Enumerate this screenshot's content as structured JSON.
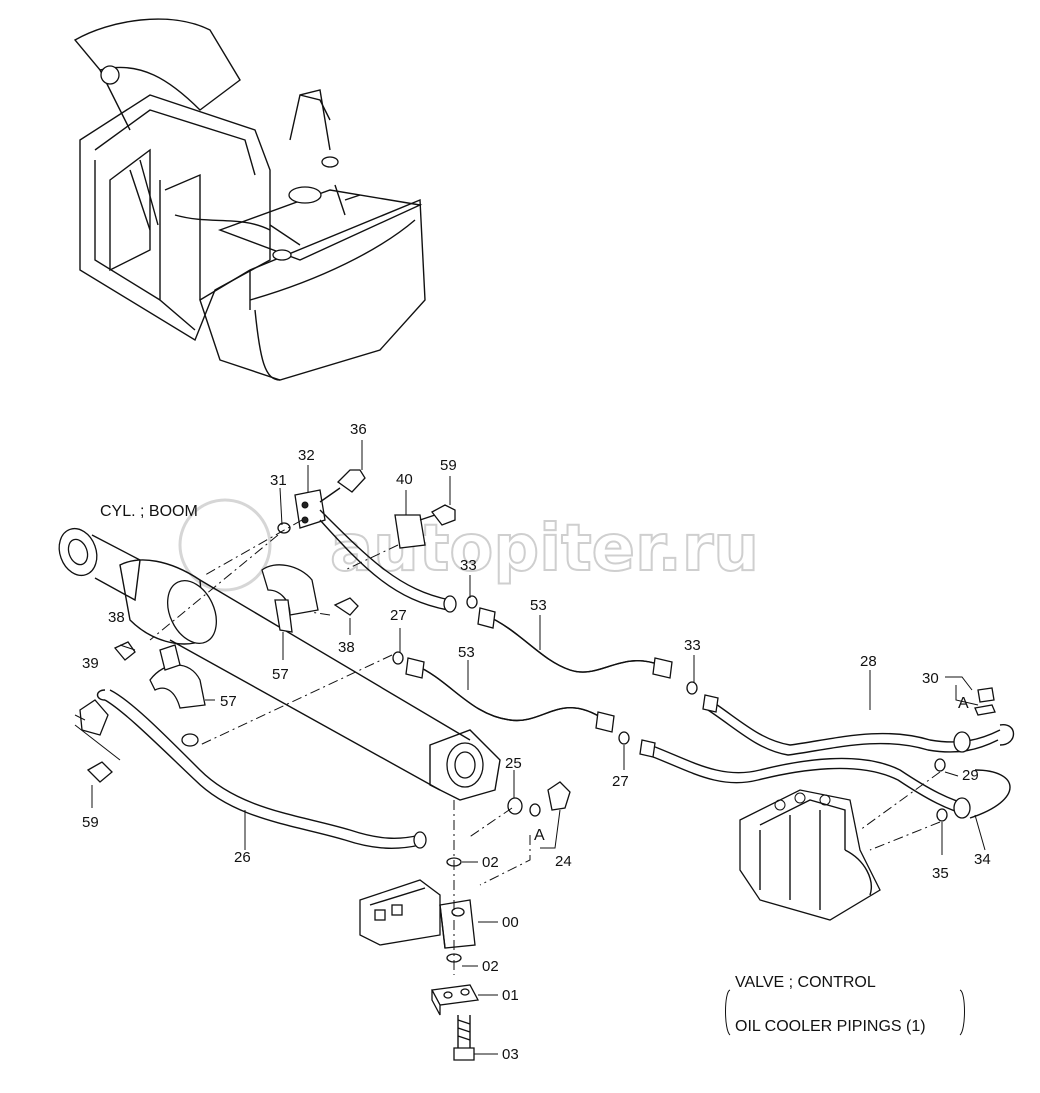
{
  "watermark": "autopiter.ru",
  "labels": {
    "cyl_boom": "CYL. ; BOOM",
    "valve_control": "VALVE ; CONTROL",
    "oil_cooler": "OIL COOLER PIPINGS (1)",
    "ref_a1": "A",
    "ref_a2": "A"
  },
  "part_numbers": {
    "p36": "36",
    "p32": "32",
    "p31": "31",
    "p40": "40",
    "p59a": "59",
    "p33a": "33",
    "p53a": "53",
    "p53b": "53",
    "p33b": "33",
    "p28": "28",
    "p30": "30",
    "p38a": "38",
    "p38b": "38",
    "p27a": "27",
    "p57a": "57",
    "p57b": "57",
    "p39": "39",
    "p59b": "59",
    "p26": "26",
    "p25": "25",
    "p24": "24",
    "p02a": "02",
    "p00": "00",
    "p02b": "02",
    "p01": "01",
    "p03": "03",
    "p27b": "27",
    "p29": "29",
    "p35": "35",
    "p34": "34"
  }
}
